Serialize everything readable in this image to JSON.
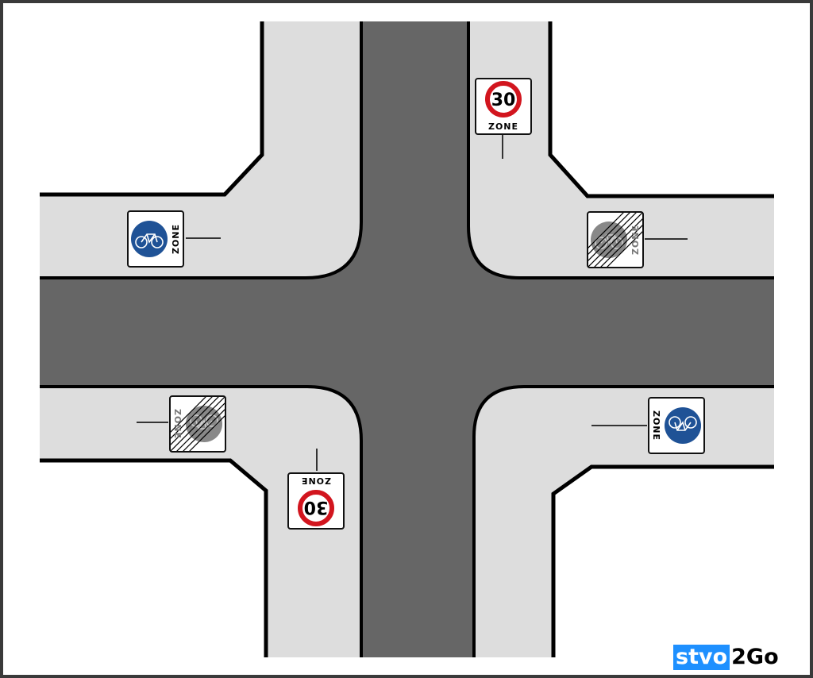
{
  "colors": {
    "frame": "#3a3a3a",
    "road": "#666666",
    "sidewalk": "#dddddd",
    "curb": "#000000",
    "bike_blue": "#1f5296",
    "speed_red": "#d2151e",
    "end_gray": "#888888",
    "logo_blue": "#1e90ff"
  },
  "signs": [
    {
      "type": "speed-zone",
      "number": "30",
      "label": "ZONE"
    },
    {
      "type": "bike-zone",
      "label": "ZONE"
    },
    {
      "type": "bike-zone-end",
      "label": "ZONE"
    },
    {
      "type": "bike-zone-end",
      "label": "ZONE"
    },
    {
      "type": "speed-zone",
      "number": "30",
      "label": "ZONE"
    },
    {
      "type": "bike-zone",
      "label": "ZONE"
    }
  ],
  "logo": {
    "part1": "stvo",
    "part2": "2Go"
  }
}
